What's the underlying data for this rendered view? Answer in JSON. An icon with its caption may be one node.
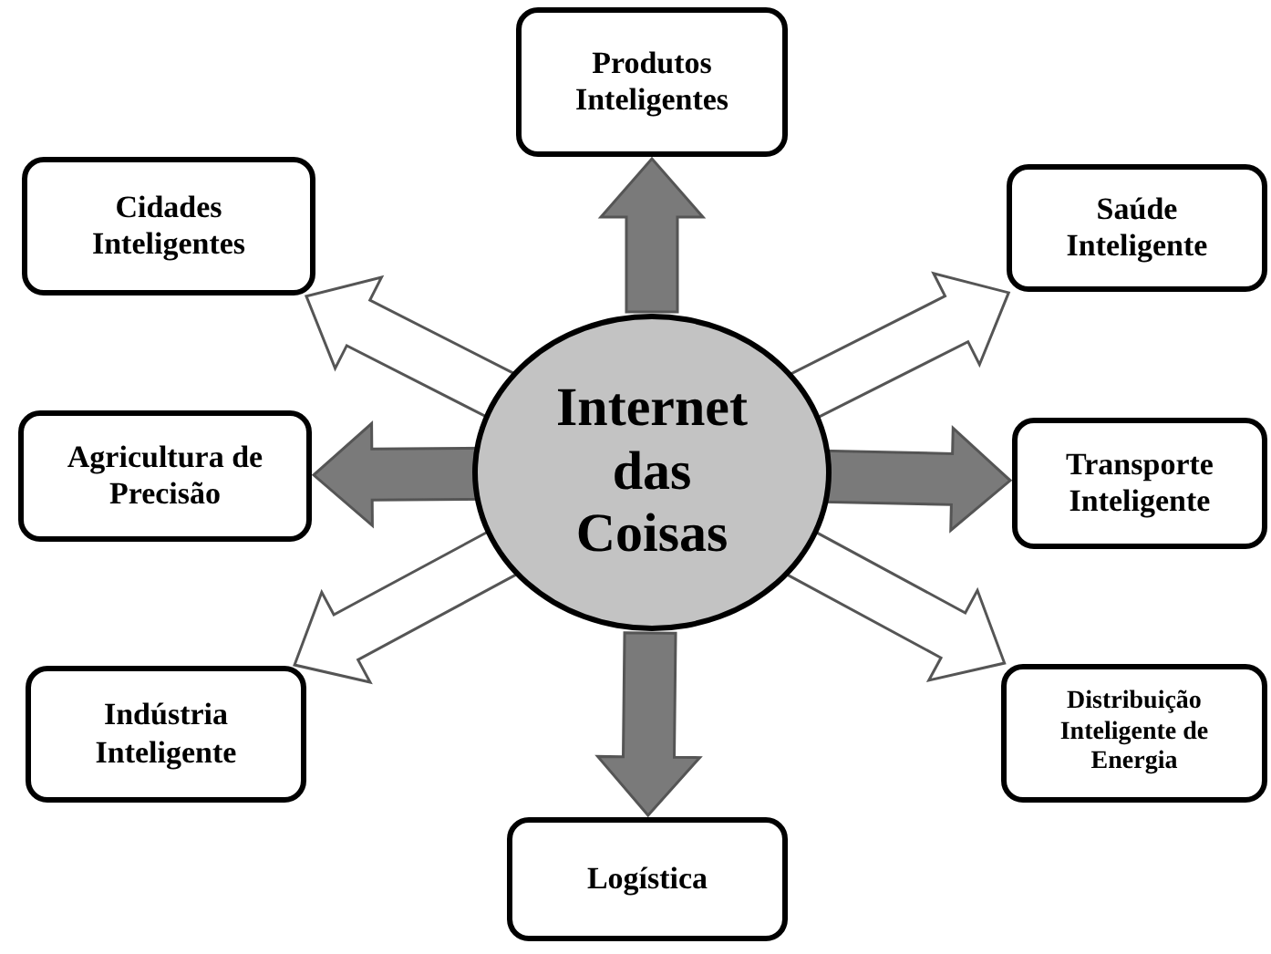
{
  "diagram": {
    "nodes": [
      {
        "text": [
          "Internet das Coisas"
        ]
      },
      {
        "text": [
          "Produtos Inteligentes"
        ]
      },
      {
        "text": [
          "Cidades Inteligentes"
        ]
      },
      {
        "text": [
          "Saúde Inteligente"
        ]
      },
      {
        "text": [
          "Agricultura de Precisão"
        ]
      },
      {
        "text": [
          "Transporte Inteligente"
        ]
      },
      {
        "text": [
          "Indústria Inteligente"
        ]
      },
      {
        "text": [
          "Distribuição Inteligente de Energia"
        ]
      },
      {
        "text": [
          "Logística"
        ]
      }
    ],
    "edges": [
      {
        "from": 0,
        "to": 1,
        "arrow": "to"
      },
      {
        "from": 0,
        "to": 2,
        "arrow": "to",
        "color": "#ffffff"
      },
      {
        "from": 0,
        "to": 3,
        "arrow": "to",
        "color": "#ffffff"
      },
      {
        "from": 0,
        "to": 4,
        "arrow": "to"
      },
      {
        "from": 0,
        "to": 5,
        "arrow": "to"
      },
      {
        "from": 0,
        "to": 6,
        "arrow": "to",
        "color": "#ffffff"
      },
      {
        "from": 0,
        "to": 7,
        "arrow": "to",
        "color": "#ffffff"
      },
      {
        "from": 0,
        "to": 8,
        "arrow": "to"
      }
    ]
  }
}
